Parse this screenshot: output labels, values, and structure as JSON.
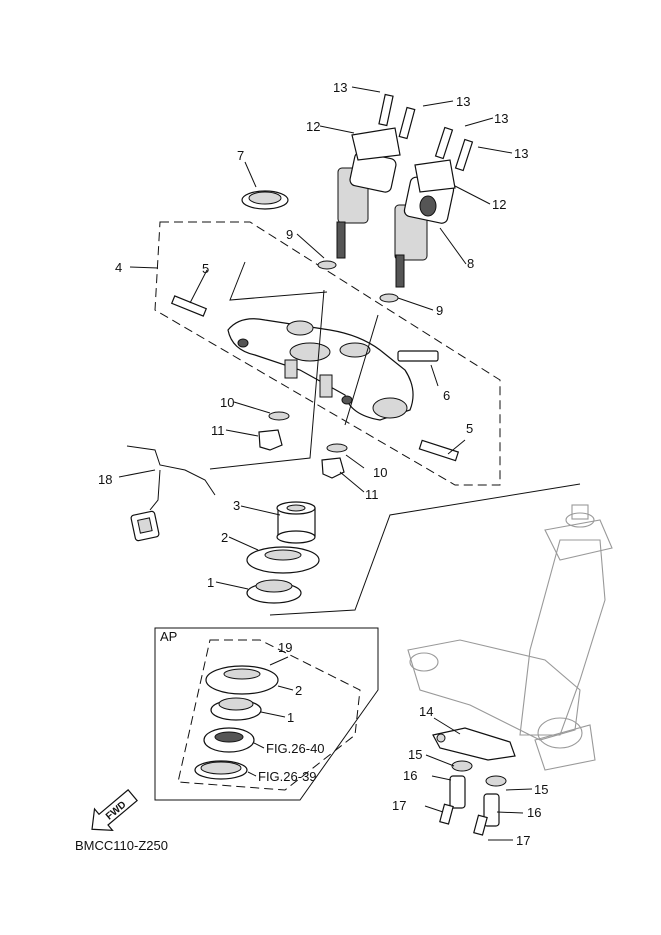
{
  "labels": {
    "p1": "1",
    "p2": "2",
    "p3": "3",
    "p4": "4",
    "p5": "5",
    "p6": "6",
    "p7": "7",
    "p8": "8",
    "p9": "9",
    "p10": "10",
    "p11": "11",
    "p12": "12",
    "p13": "13",
    "p14": "14",
    "p15": "15",
    "p16": "16",
    "p17": "17",
    "p18": "18",
    "p19": "19"
  },
  "ap_box": {
    "title": "AP",
    "ref_bearing_seal": "FIG.26-40",
    "ref_race": "FIG.26-39"
  },
  "fwd_arrow": "FWD",
  "figure_code": "BMCC110-Z250"
}
